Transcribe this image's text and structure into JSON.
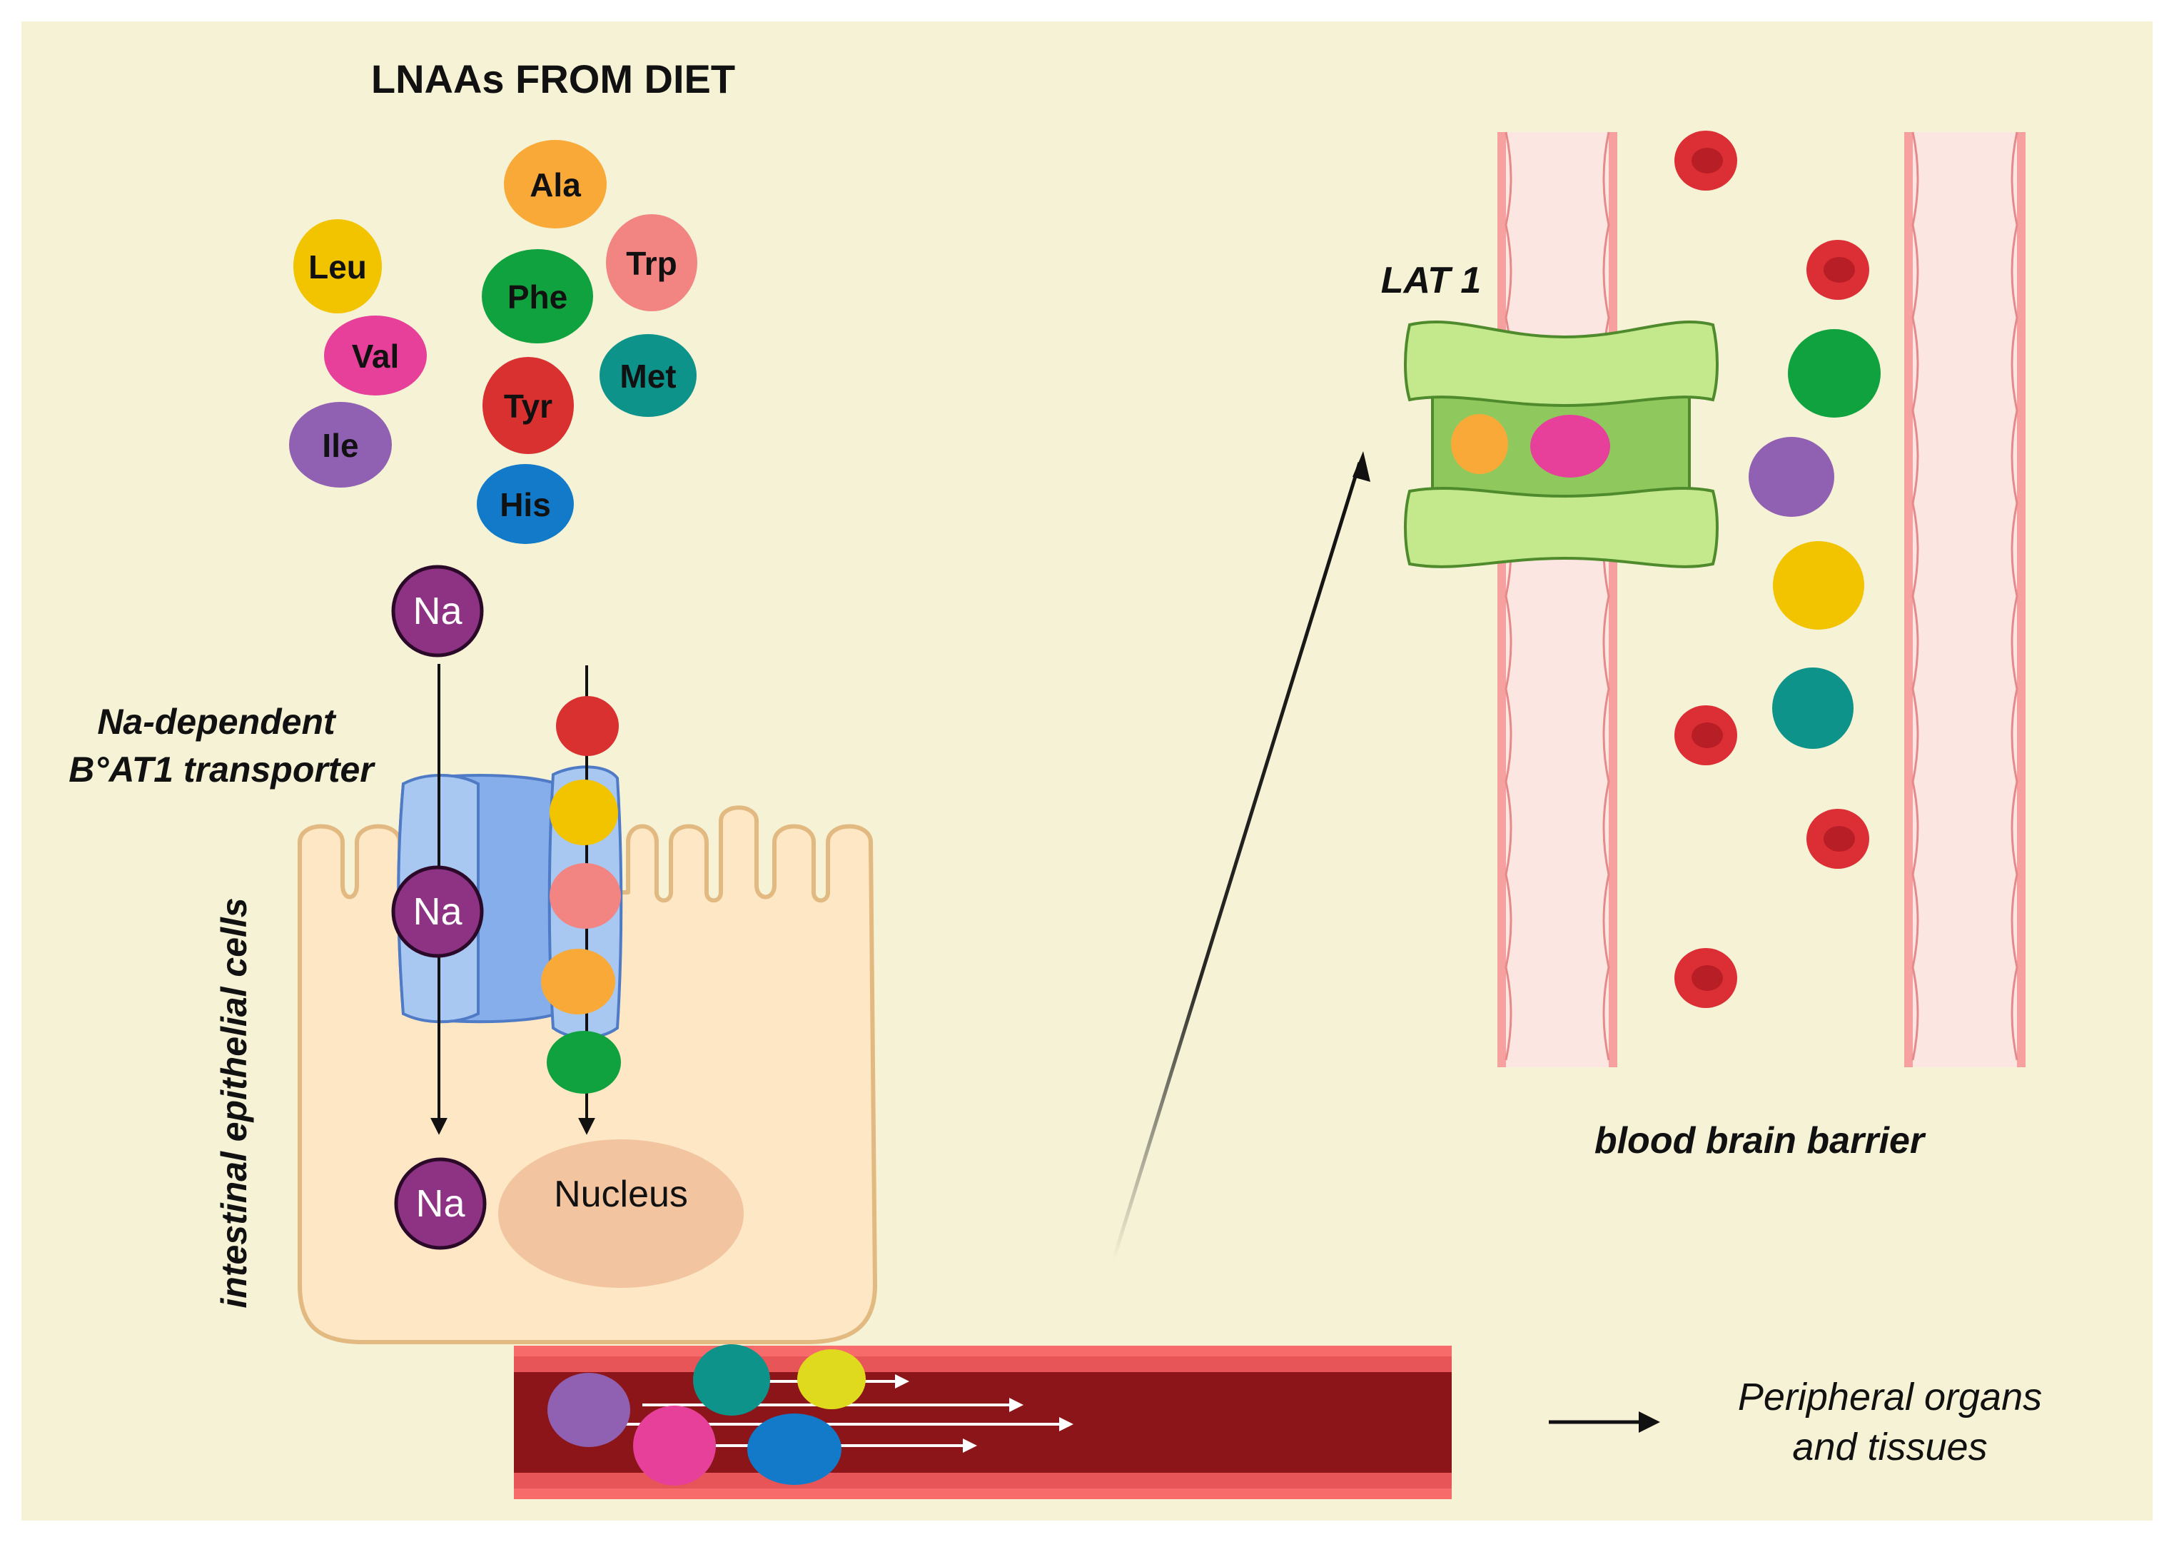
{
  "title": "LNAAs FROM DIET",
  "amino_acids": {
    "ala": {
      "label": "Ala",
      "color": "#F9A937"
    },
    "leu": {
      "label": "Leu",
      "color": "#F2C400"
    },
    "trp": {
      "label": "Trp",
      "color": "#F28482"
    },
    "phe": {
      "label": "Phe",
      "color": "#10A23F"
    },
    "val": {
      "label": "Val",
      "color": "#E6409A"
    },
    "met": {
      "label": "Met",
      "color": "#0E938B"
    },
    "tyr": {
      "label": "Tyr",
      "color": "#D93030"
    },
    "ile": {
      "label": "Ile",
      "color": "#9060B2"
    },
    "his": {
      "label": "His",
      "color": "#127AC8"
    }
  },
  "sodium": {
    "label": "Na",
    "color": "#8E3284"
  },
  "transporter": {
    "line1": "Na-dependent",
    "line2": "B°AT1 transporter"
  },
  "cell": {
    "label": "intestinal epithelial cells",
    "nucleus": "Nucleus"
  },
  "lat1": {
    "label": "LAT 1"
  },
  "bbb": {
    "label": "blood brain barrier"
  },
  "peripheral": {
    "line1": "Peripheral organs",
    "line2": "and tissues"
  },
  "colors": {
    "background": "#F5F2D6",
    "cell_fill": "#FDE7C4",
    "cell_stroke": "#E2B981",
    "vessel_dark": "#8B1518",
    "vessel_light": "#F76B6B",
    "rbc": "#DC2F35",
    "bbb_wall": "#F7A0A0",
    "bbb_lumen": "#FCE6E2",
    "lat_light": "#C3E98C",
    "lat_dark": "#8FC95E"
  }
}
